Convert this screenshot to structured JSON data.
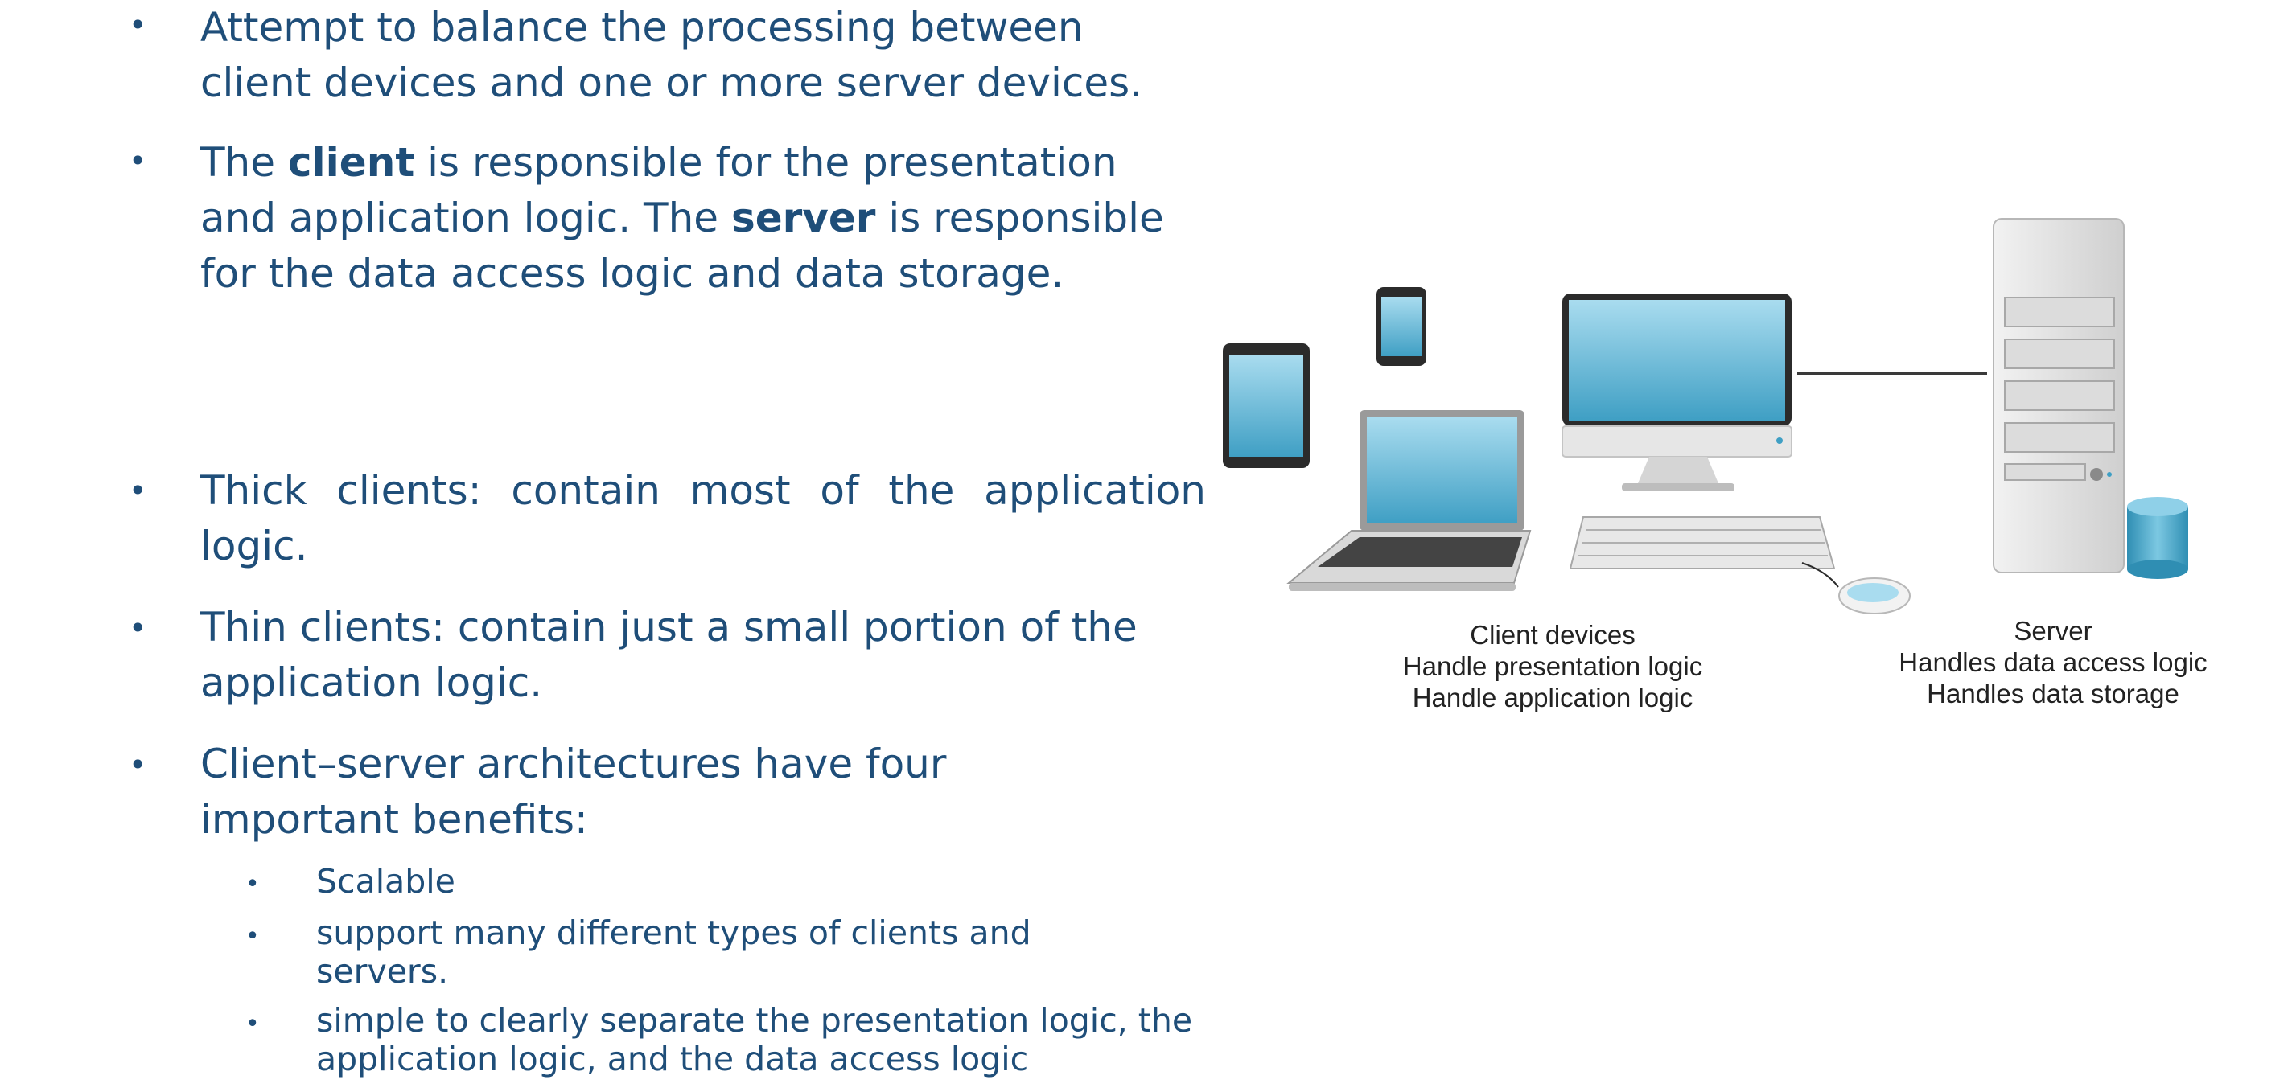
{
  "bullets": {
    "b1": "Attempt to balance the processing between client devices and one or more server devices.",
    "b2": {
      "t1": "The ",
      "client": "client",
      "t2": " is responsible for the presentation and application logic. The ",
      "server": "server",
      "t3": " is responsible for the data access logic and data storage."
    },
    "b3": "Thick clients: contain most of the application logic.",
    "b4": "Thin clients: contain just a small portion of the application logic.",
    "b5": "Client–server architectures have four important benefits:"
  },
  "sub_bullets": {
    "s1": "Scalable",
    "s2": "support many different types of clients and servers.",
    "s3": "simple to clearly separate the presentation logic, the application logic, and the data access logic"
  },
  "figure": {
    "client_caption": [
      "Client devices",
      "Handle presentation logic",
      "Handle application logic"
    ],
    "server_caption": [
      "Server",
      "Handles data access logic",
      "Handles data storage"
    ]
  },
  "colors": {
    "text": "#1f4e79",
    "screen": "#5fb3d1",
    "device": "#2b2b2b"
  }
}
